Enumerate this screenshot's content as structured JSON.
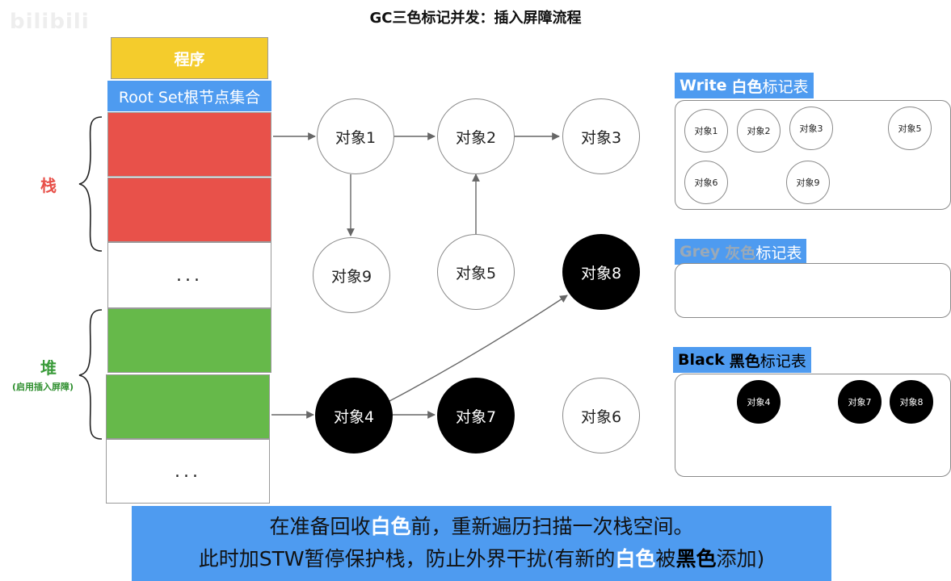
{
  "header": {
    "title": "GC三色标记并发：插入屏障流程",
    "watermark": "bilibili"
  },
  "left": {
    "program_label": "程序",
    "root_set_label": "Root Set根节点集合",
    "stack_label": "栈",
    "heap_label": "堆",
    "heap_sub_label": "(启用插入屏障)",
    "ellipsis": "..."
  },
  "graph": {
    "nodes": {
      "n1": "对象1",
      "n2": "对象2",
      "n3": "对象3",
      "n9": "对象9",
      "n5": "对象5",
      "n8": "对象8",
      "n4": "对象4",
      "n7": "对象7",
      "n6": "对象6"
    }
  },
  "panels": {
    "white": {
      "label_en": "Write",
      "label_cn": "白色",
      "label_suffix": "标记表",
      "items": [
        "对象1",
        "对象2",
        "对象3",
        "对象5",
        "对象6",
        "对象9"
      ]
    },
    "grey": {
      "label_en": "Grey",
      "label_cn": "灰色",
      "label_suffix": "标记表"
    },
    "black": {
      "label_en": "Black",
      "label_cn": "黑色",
      "label_suffix": "标记表",
      "items": [
        "对象4",
        "对象7",
        "对象8"
      ]
    }
  },
  "caption": {
    "line1_a": "在准备回收",
    "line1_white": "白色",
    "line1_b": "前，重新遍历扫描一次栈空间。",
    "line2_a": "此时加STW暂停保护栈，防止外界干扰(有新的",
    "line2_white": "白色",
    "line2_b": "被",
    "line2_black": "黑色",
    "line2_c": "添加)"
  },
  "colors": {
    "program": "#f4cc2c",
    "root_set": "#4e9bf0",
    "stack": "#e8514a",
    "heap": "#66b94a",
    "stack_label": "#e8514a",
    "heap_label": "#3a9b3a",
    "caption_bg": "#4e9bf0"
  }
}
